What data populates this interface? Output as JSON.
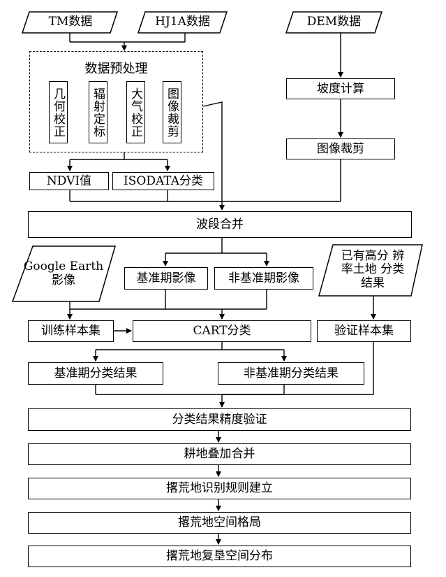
{
  "inputs": {
    "tm": "TM数据",
    "hj1a": "HJ1A数据",
    "dem": "DEM数据",
    "google": "Google Earth影像",
    "high_res": "已有高分 辨率土地 分类结果"
  },
  "preprocess": {
    "title": "数据预处理",
    "steps": [
      "几何校正",
      "辐射定标",
      "大气校正",
      "图像裁剪"
    ]
  },
  "dem_chain": {
    "slope": "坡度计算",
    "clip": "图像裁剪"
  },
  "derived": {
    "ndvi": "NDVI值",
    "isodata": "ISODATA分类"
  },
  "merge": "波段合并",
  "images": {
    "base": "基准期影像",
    "nonbase": "非基准期影像"
  },
  "classification": {
    "training": "训练样本集",
    "cart": "CART分类",
    "validation": "验证样本集"
  },
  "results": {
    "base": "基准期分类结果",
    "nonbase": "非基准期分类结果"
  },
  "pipeline": [
    "分类结果精度验证",
    "耕地叠加合并",
    "撂荒地识别规则建立",
    "撂荒地空间格局",
    "撂荒地复垦空间分布"
  ]
}
